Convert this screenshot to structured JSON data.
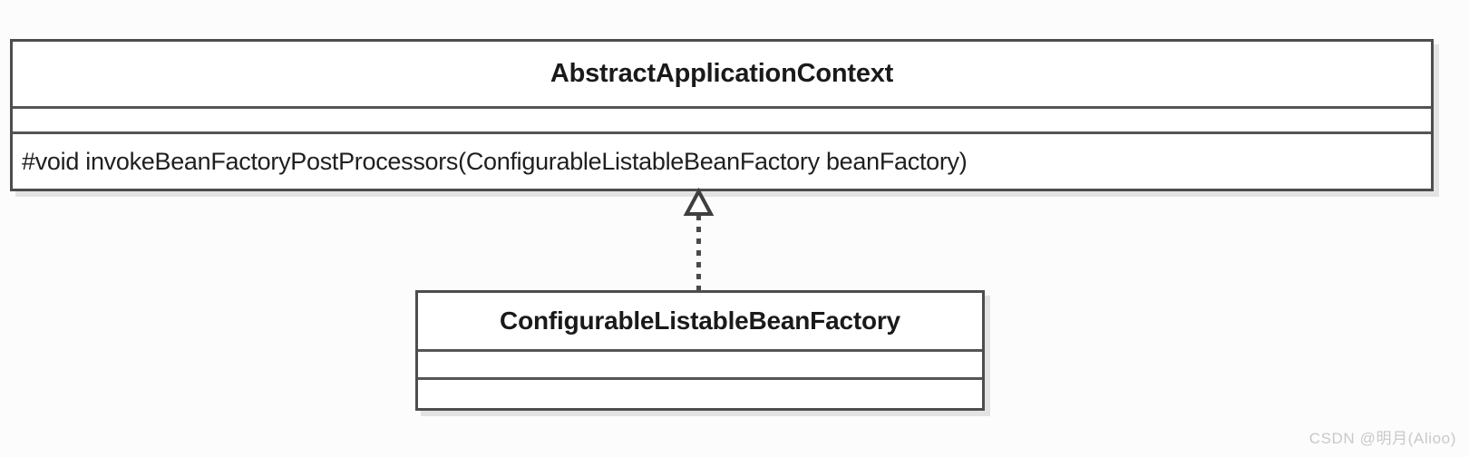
{
  "diagram": {
    "type": "uml-class-diagram",
    "background_color": "#fcfcfc",
    "border_color": "#4d4d4d",
    "text_color": "#1a1a1a",
    "classes": [
      {
        "id": "abstract-application-context",
        "name": "AbstractApplicationContext",
        "attributes": [],
        "methods": [
          "#void invokeBeanFactoryPostProcessors(ConfigurableListableBeanFactory beanFactory)"
        ]
      },
      {
        "id": "configurable-listable-bean-factory",
        "name": "ConfigurableListableBeanFactory",
        "attributes": [],
        "methods": []
      }
    ],
    "relationship": {
      "kind": "realization",
      "line_style": "dashed",
      "arrowhead": "hollow-triangle",
      "from": "ConfigurableListableBeanFactory",
      "to": "AbstractApplicationContext"
    }
  },
  "watermark": {
    "text": "CSDN @明月(Alioo)",
    "color": "#c9c9c9"
  }
}
